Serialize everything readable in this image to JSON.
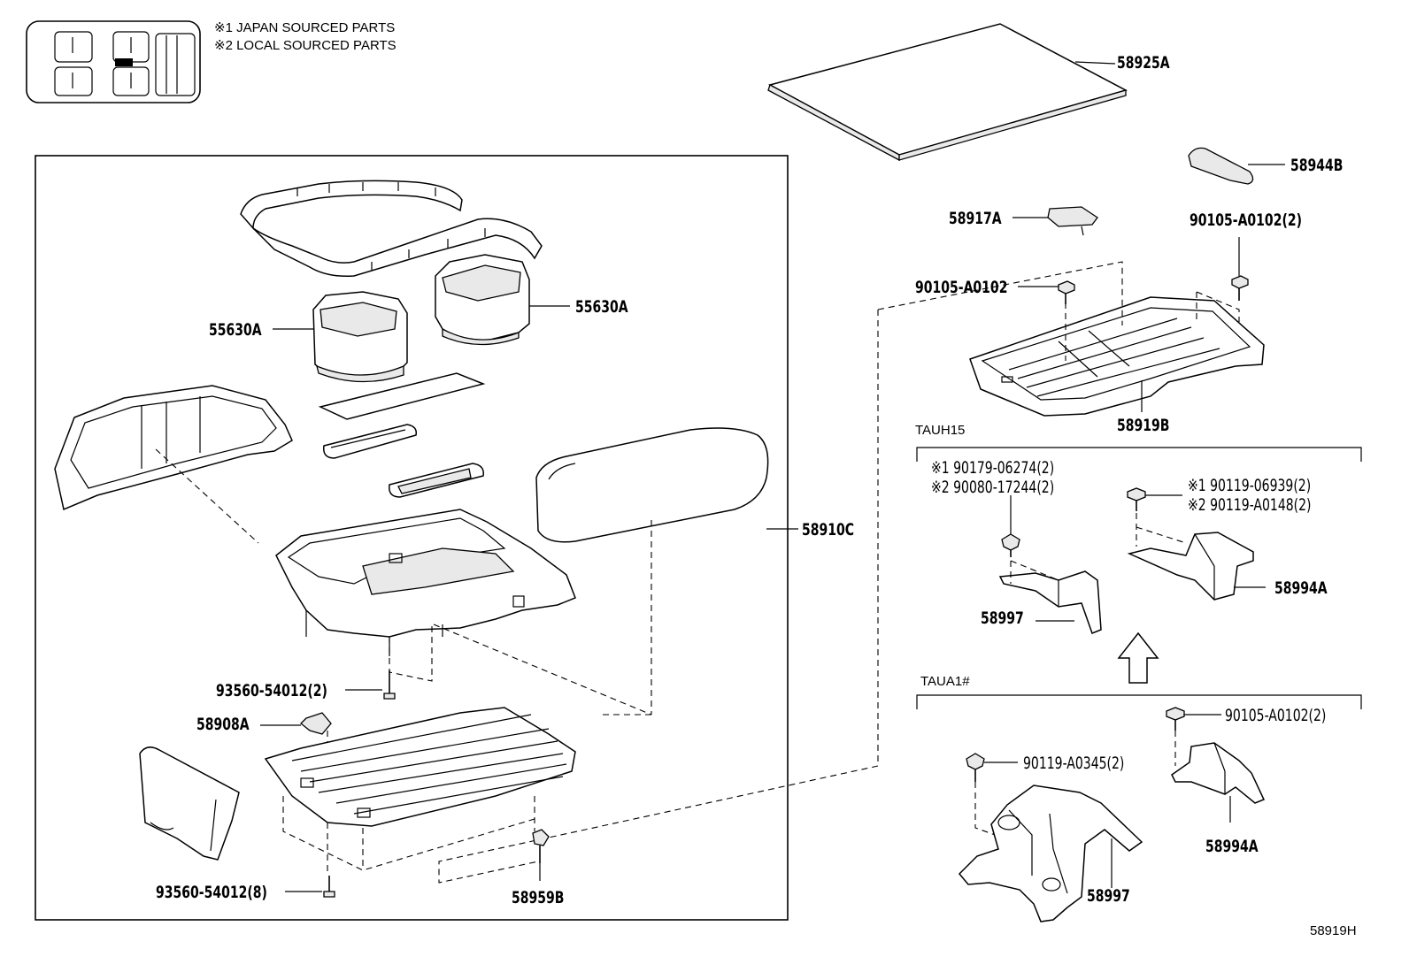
{
  "legend": {
    "notes": [
      "※1 JAPAN SOURCED PARTS",
      "※2 LOCAL SOURCED PARTS"
    ]
  },
  "labels": {
    "p58925A": "58925A",
    "p58944B": "58944B",
    "p58917A": "58917A",
    "p90105_a": "90105-A0102(2)",
    "p90105_b": "90105-A0102",
    "p58919B": "58919B",
    "p55630A_right": "55630A",
    "p55630A_left": "55630A",
    "p58910C": "58910C",
    "p93560_2": "93560-54012(2)",
    "p58908A": "58908A",
    "p93560_8": "93560-54012(8)",
    "p58959B": "58959B",
    "tauh15": "TAUH15",
    "t_901790": "※1 90179-06274(2)",
    "t_900801": "※2 90080-17244(2)",
    "t_901191": "※1 90119-06939(2)",
    "t_901192": "※2 90119-A0148(2)",
    "p58994A_upper": "58994A",
    "p58997_upper": "58997",
    "taua1": "TAUA1#",
    "p90105_c": "90105-A0102(2)",
    "p90119_a0345": "90119-A0345(2)",
    "p58994A_lower": "58994A",
    "p58997_lower": "58997",
    "diagram_id": "58919H"
  },
  "icons": {
    "vehicle_icon": "car-seat-layout-icon",
    "arrow": "up-arrow-icon"
  }
}
